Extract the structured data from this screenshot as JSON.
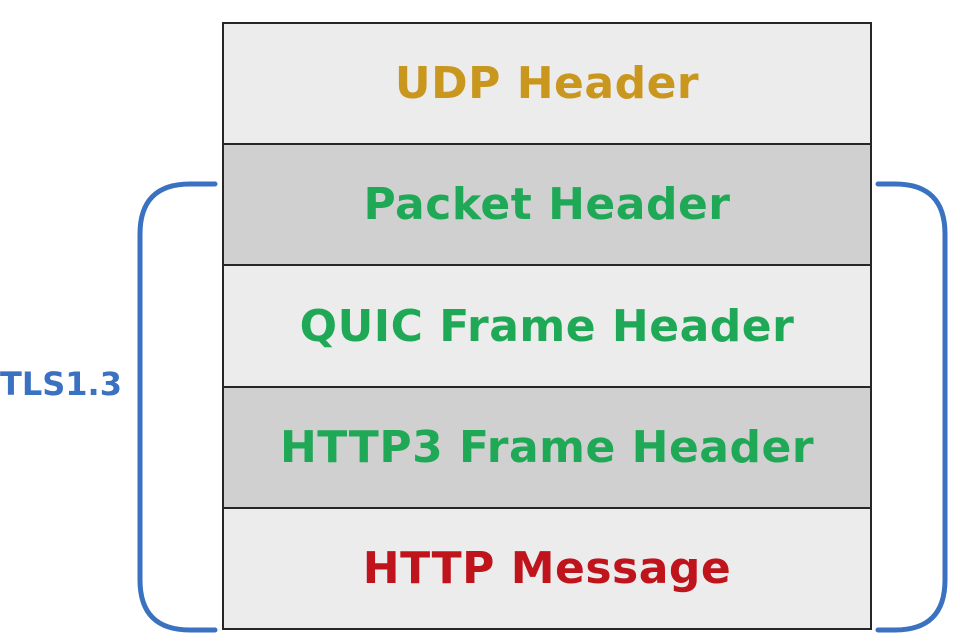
{
  "layers": [
    {
      "label": "UDP Header",
      "color": "#c9961e",
      "shade": "light"
    },
    {
      "label": "Packet Header",
      "color": "#1fa957",
      "shade": "dark"
    },
    {
      "label": "QUIC Frame Header",
      "color": "#1fa957",
      "shade": "light"
    },
    {
      "label": "HTTP3 Frame Header",
      "color": "#1fa957",
      "shade": "dark"
    },
    {
      "label": "HTTP Message",
      "color": "#c0141c",
      "shade": "light"
    }
  ],
  "bracket": {
    "label": "TLS1.3",
    "color": "#3a71c1"
  }
}
